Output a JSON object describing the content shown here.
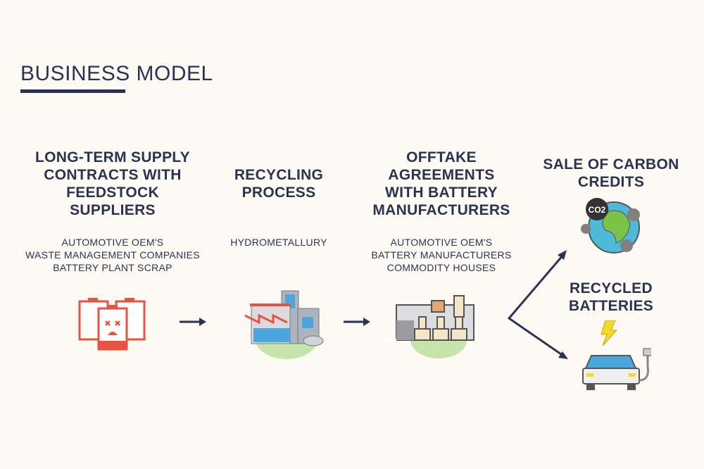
{
  "title": "BUSINESS MODEL",
  "steps": [
    {
      "heading": "LONG-TERM SUPPLY\nCONTRACTS WITH\nFEEDSTOCK\nSUPPLIERS",
      "details": "AUTOMOTIVE OEM'S\nWASTE MANAGEMENT COMPANIES\nBATTERY PLANT SCRAP"
    },
    {
      "heading": "RECYCLING\nPROCESS",
      "details": "HYDROMETALLURY"
    },
    {
      "heading": "OFFTAKE\nAGREEMENTS\nWITH BATTERY\nMANUFACTURERS",
      "details": "AUTOMOTIVE OEM'S\nBATTERY MANUFACTURERS\nCOMMODITY HOUSES"
    }
  ],
  "outputs": [
    {
      "heading": "SALE OF CARBON\nCREDITS",
      "icon_label": "CO2"
    },
    {
      "heading": "RECYCLED\nBATTERIES"
    }
  ],
  "colors": {
    "text": "#2c3352",
    "background": "#fdf9f3",
    "battery": "#e8533f",
    "ground": "#b9de9a"
  }
}
